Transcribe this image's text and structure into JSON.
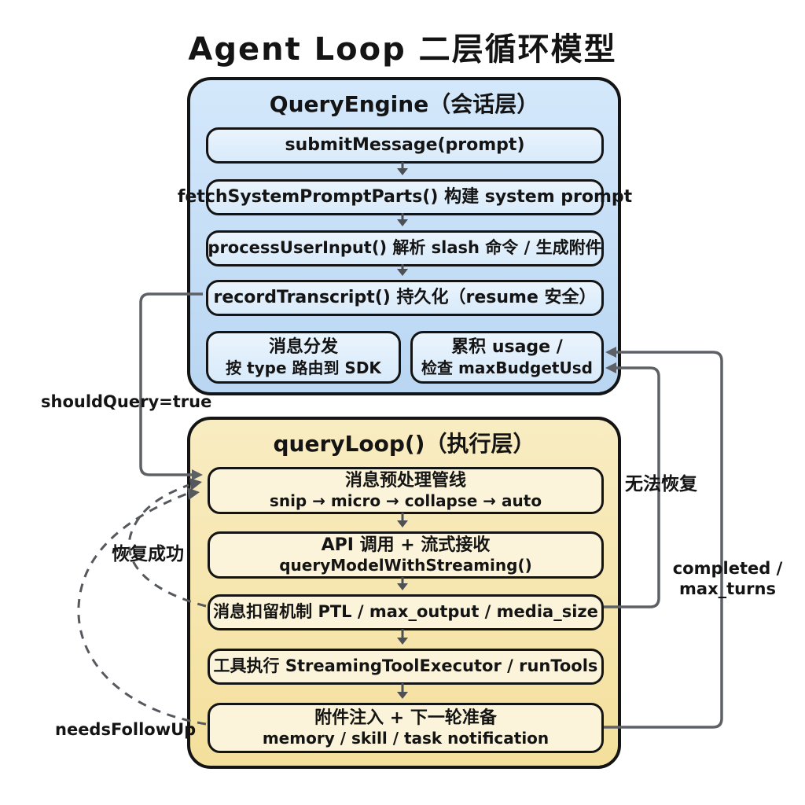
{
  "title": "Agent Loop 二层循环模型",
  "colors": {
    "blue_fill_top": "#d4e8fb",
    "blue_fill_bottom": "#b9d6f2",
    "blue_inner_top": "#eaf4fd",
    "blue_inner_bottom": "#d8eafa",
    "yellow_fill_top": "#f8ecc2",
    "yellow_fill_bottom": "#f4e09c",
    "yellow_inner": "#fbf4da",
    "border": "#141414",
    "line": "#5d6166",
    "text": "#141414"
  },
  "query_engine": {
    "header": "QueryEngine（会话层）",
    "steps": [
      "submitMessage(prompt)",
      "fetchSystemPromptParts() 构建 system prompt",
      "processUserInput() 解析 slash 命令 / 生成附件",
      "recordTranscript() 持久化（resume 安全）"
    ],
    "dispatch": {
      "line1": "消息分发",
      "line2": "按 type 路由到 SDK"
    },
    "usage": {
      "line1": "累积 usage /",
      "line2": "检查 maxBudgetUsd"
    }
  },
  "query_loop": {
    "header": "queryLoop()（执行层）",
    "steps": [
      {
        "line1": "消息预处理管线",
        "line2": "snip → micro → collapse → auto"
      },
      {
        "line1": "API 调用 + 流式接收",
        "line2": "queryModelWithStreaming()"
      },
      {
        "line1": "消息扣留机制 PTL / max_output / media_size",
        "line2": ""
      },
      {
        "line1": "工具执行 StreamingToolExecutor / runTools",
        "line2": ""
      },
      {
        "line1": "附件注入 + 下一轮准备",
        "line2": "memory / skill / task notification"
      }
    ]
  },
  "edge_labels": {
    "should_query": "shouldQuery=true",
    "resume_success": "恢复成功",
    "needs_follow_up": "needsFollowUp",
    "unrecoverable": "无法恢复",
    "completed": "completed /",
    "max_turns": "max_turns"
  }
}
